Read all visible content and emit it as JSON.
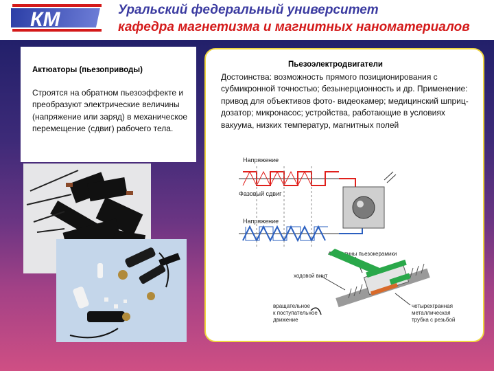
{
  "header": {
    "logo_text": "КМ",
    "university": "Уральский федеральный университет",
    "department": "кафедра магнетизма и магнитных наноматериалов"
  },
  "left": {
    "heading": "Актюаторы (пьезоприводы)",
    "paragraph": "Строятся на обратном пьезоэффекте и преобразуют электрические величины (напряжение или заряд) в механическое перемещение (сдвиг) рабочего тела."
  },
  "right": {
    "heading": "Пьезоэлектродвигатели",
    "paragraph": "Достоинства: возможность прямого позиционирования с субмикронной точностью; безынерционность и др. Применение: привод для объективов фото- видеокамер; медицинский шприц-дозатор; микронасос; устройства, работающие в условиях вакуума, низких температур, магнитных полей"
  },
  "diagram": {
    "voltage_label_1": "Напряжение",
    "phase_shift_label": "Фазовый сдвиг",
    "voltage_label_2": "Напряжение",
    "plates_label": "4 пластины пьезокерамики",
    "screw_label": "ходовой винт",
    "motion_label_1": "вращательное",
    "motion_label_2": "к поступательное",
    "motion_label_3": "движение",
    "tube_label_1": "четырехгранная",
    "tube_label_2": "металлическая",
    "tube_label_3": "трубка с резьбой"
  },
  "colors": {
    "header_blue": "#3a3aa0",
    "header_red": "#d41a1a",
    "frame_yellow": "#f0d640",
    "signal_red": "#e0201c",
    "signal_blue": "#2a5fbf",
    "plate_green": "#2aa84a"
  }
}
